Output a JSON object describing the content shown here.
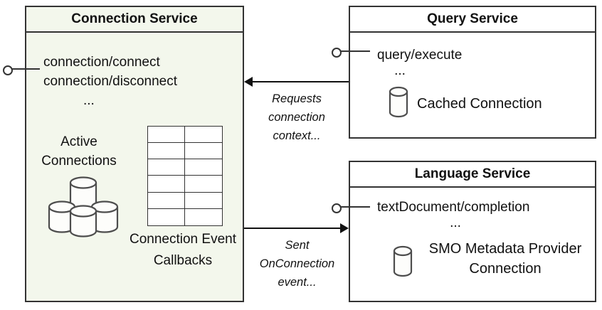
{
  "connection_service": {
    "title": "Connection Service",
    "methods": [
      "connection/connect",
      "connection/disconnect"
    ],
    "ellipsis": "...",
    "active_connections_label": "Active Connections",
    "callbacks_label": "Connection Event Callbacks"
  },
  "query_service": {
    "title": "Query Service",
    "method": "query/execute",
    "ellipsis": "...",
    "connection_label": "Cached Connection"
  },
  "language_service": {
    "title": "Language Service",
    "method": "textDocument/completion",
    "ellipsis": "...",
    "connection_label": "SMO Metadata Provider Connection"
  },
  "arrows": {
    "requests_label": "Requests connection context...",
    "sent_label": "Sent OnConnection event..."
  },
  "colors": {
    "connection_service_fill": "#f3f7ec",
    "service_fill": "#ffffff",
    "border": "#333333",
    "text": "#111111",
    "icon_stroke": "#4d4d4d"
  }
}
